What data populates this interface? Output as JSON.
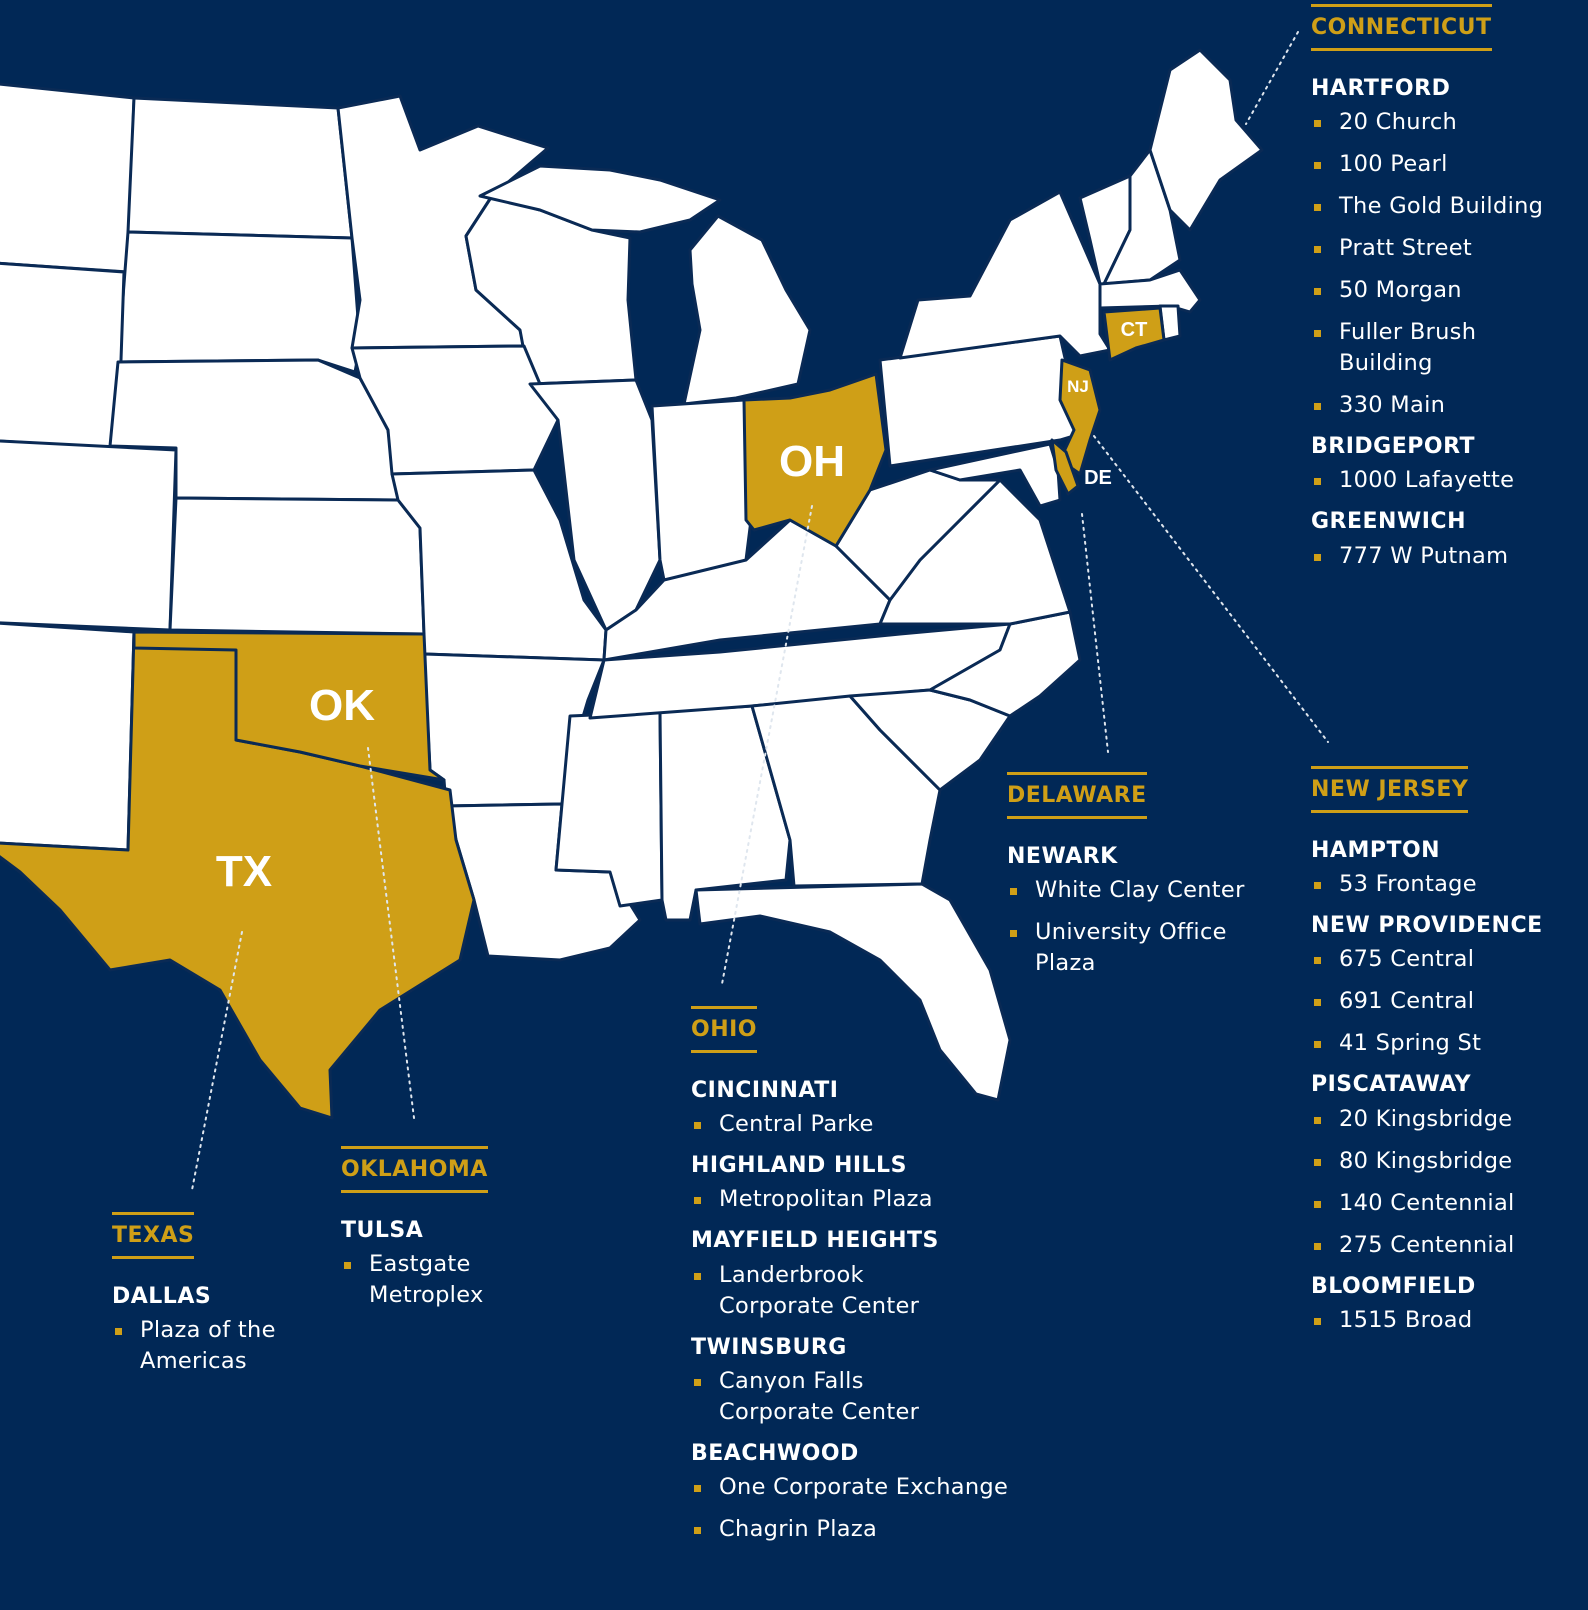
{
  "state_labels": {
    "tx": "TX",
    "ok": "OK",
    "oh": "OH",
    "ct": "CT",
    "nj": "NJ",
    "de": "DE"
  },
  "colors": {
    "background": "#012856",
    "highlight": "#cf9f17",
    "state_fill": "#ffffff"
  },
  "regions": {
    "connecticut": {
      "name": "CONNECTICUT",
      "cities": [
        {
          "name": "HARTFORD",
          "sites": [
            "20 Church",
            "100 Pearl",
            "The Gold Building",
            "Pratt Street",
            "50 Morgan",
            "Fuller Brush Building",
            "330 Main"
          ]
        },
        {
          "name": "BRIDGEPORT",
          "sites": [
            "1000 Lafayette"
          ]
        },
        {
          "name": "GREENWICH",
          "sites": [
            "777 W Putnam"
          ]
        }
      ]
    },
    "new_jersey": {
      "name": "NEW JERSEY",
      "cities": [
        {
          "name": "HAMPTON",
          "sites": [
            "53 Frontage"
          ]
        },
        {
          "name": "NEW PROVIDENCE",
          "sites": [
            "675 Central",
            "691 Central",
            "41 Spring St"
          ]
        },
        {
          "name": "PISCATAWAY",
          "sites": [
            "20 Kingsbridge",
            "80 Kingsbridge",
            "140 Centennial",
            "275 Centennial"
          ]
        },
        {
          "name": "BLOOMFIELD",
          "sites": [
            "1515 Broad"
          ]
        }
      ]
    },
    "delaware": {
      "name": "DELAWARE",
      "cities": [
        {
          "name": "NEWARK",
          "sites": [
            "White Clay Center",
            "University Office Plaza"
          ]
        }
      ]
    },
    "ohio": {
      "name": "OHIO",
      "cities": [
        {
          "name": "CINCINNATI",
          "sites": [
            "Central Parke"
          ]
        },
        {
          "name": "HIGHLAND HILLS",
          "sites": [
            "Metropolitan Plaza"
          ]
        },
        {
          "name": "MAYFIELD HEIGHTS",
          "sites": [
            "Landerbrook Corporate Center"
          ]
        },
        {
          "name": "TWINSBURG",
          "sites": [
            "Canyon Falls Corporate Center"
          ]
        },
        {
          "name": "BEACHWOOD",
          "sites": [
            "One Corporate Exchange",
            "Chagrin Plaza"
          ]
        }
      ]
    },
    "oklahoma": {
      "name": "OKLAHOMA",
      "cities": [
        {
          "name": "TULSA",
          "sites": [
            "Eastgate Metroplex"
          ]
        }
      ]
    },
    "texas": {
      "name": "TEXAS",
      "cities": [
        {
          "name": "DALLAS",
          "sites": [
            "Plaza of the Americas"
          ]
        }
      ]
    }
  }
}
